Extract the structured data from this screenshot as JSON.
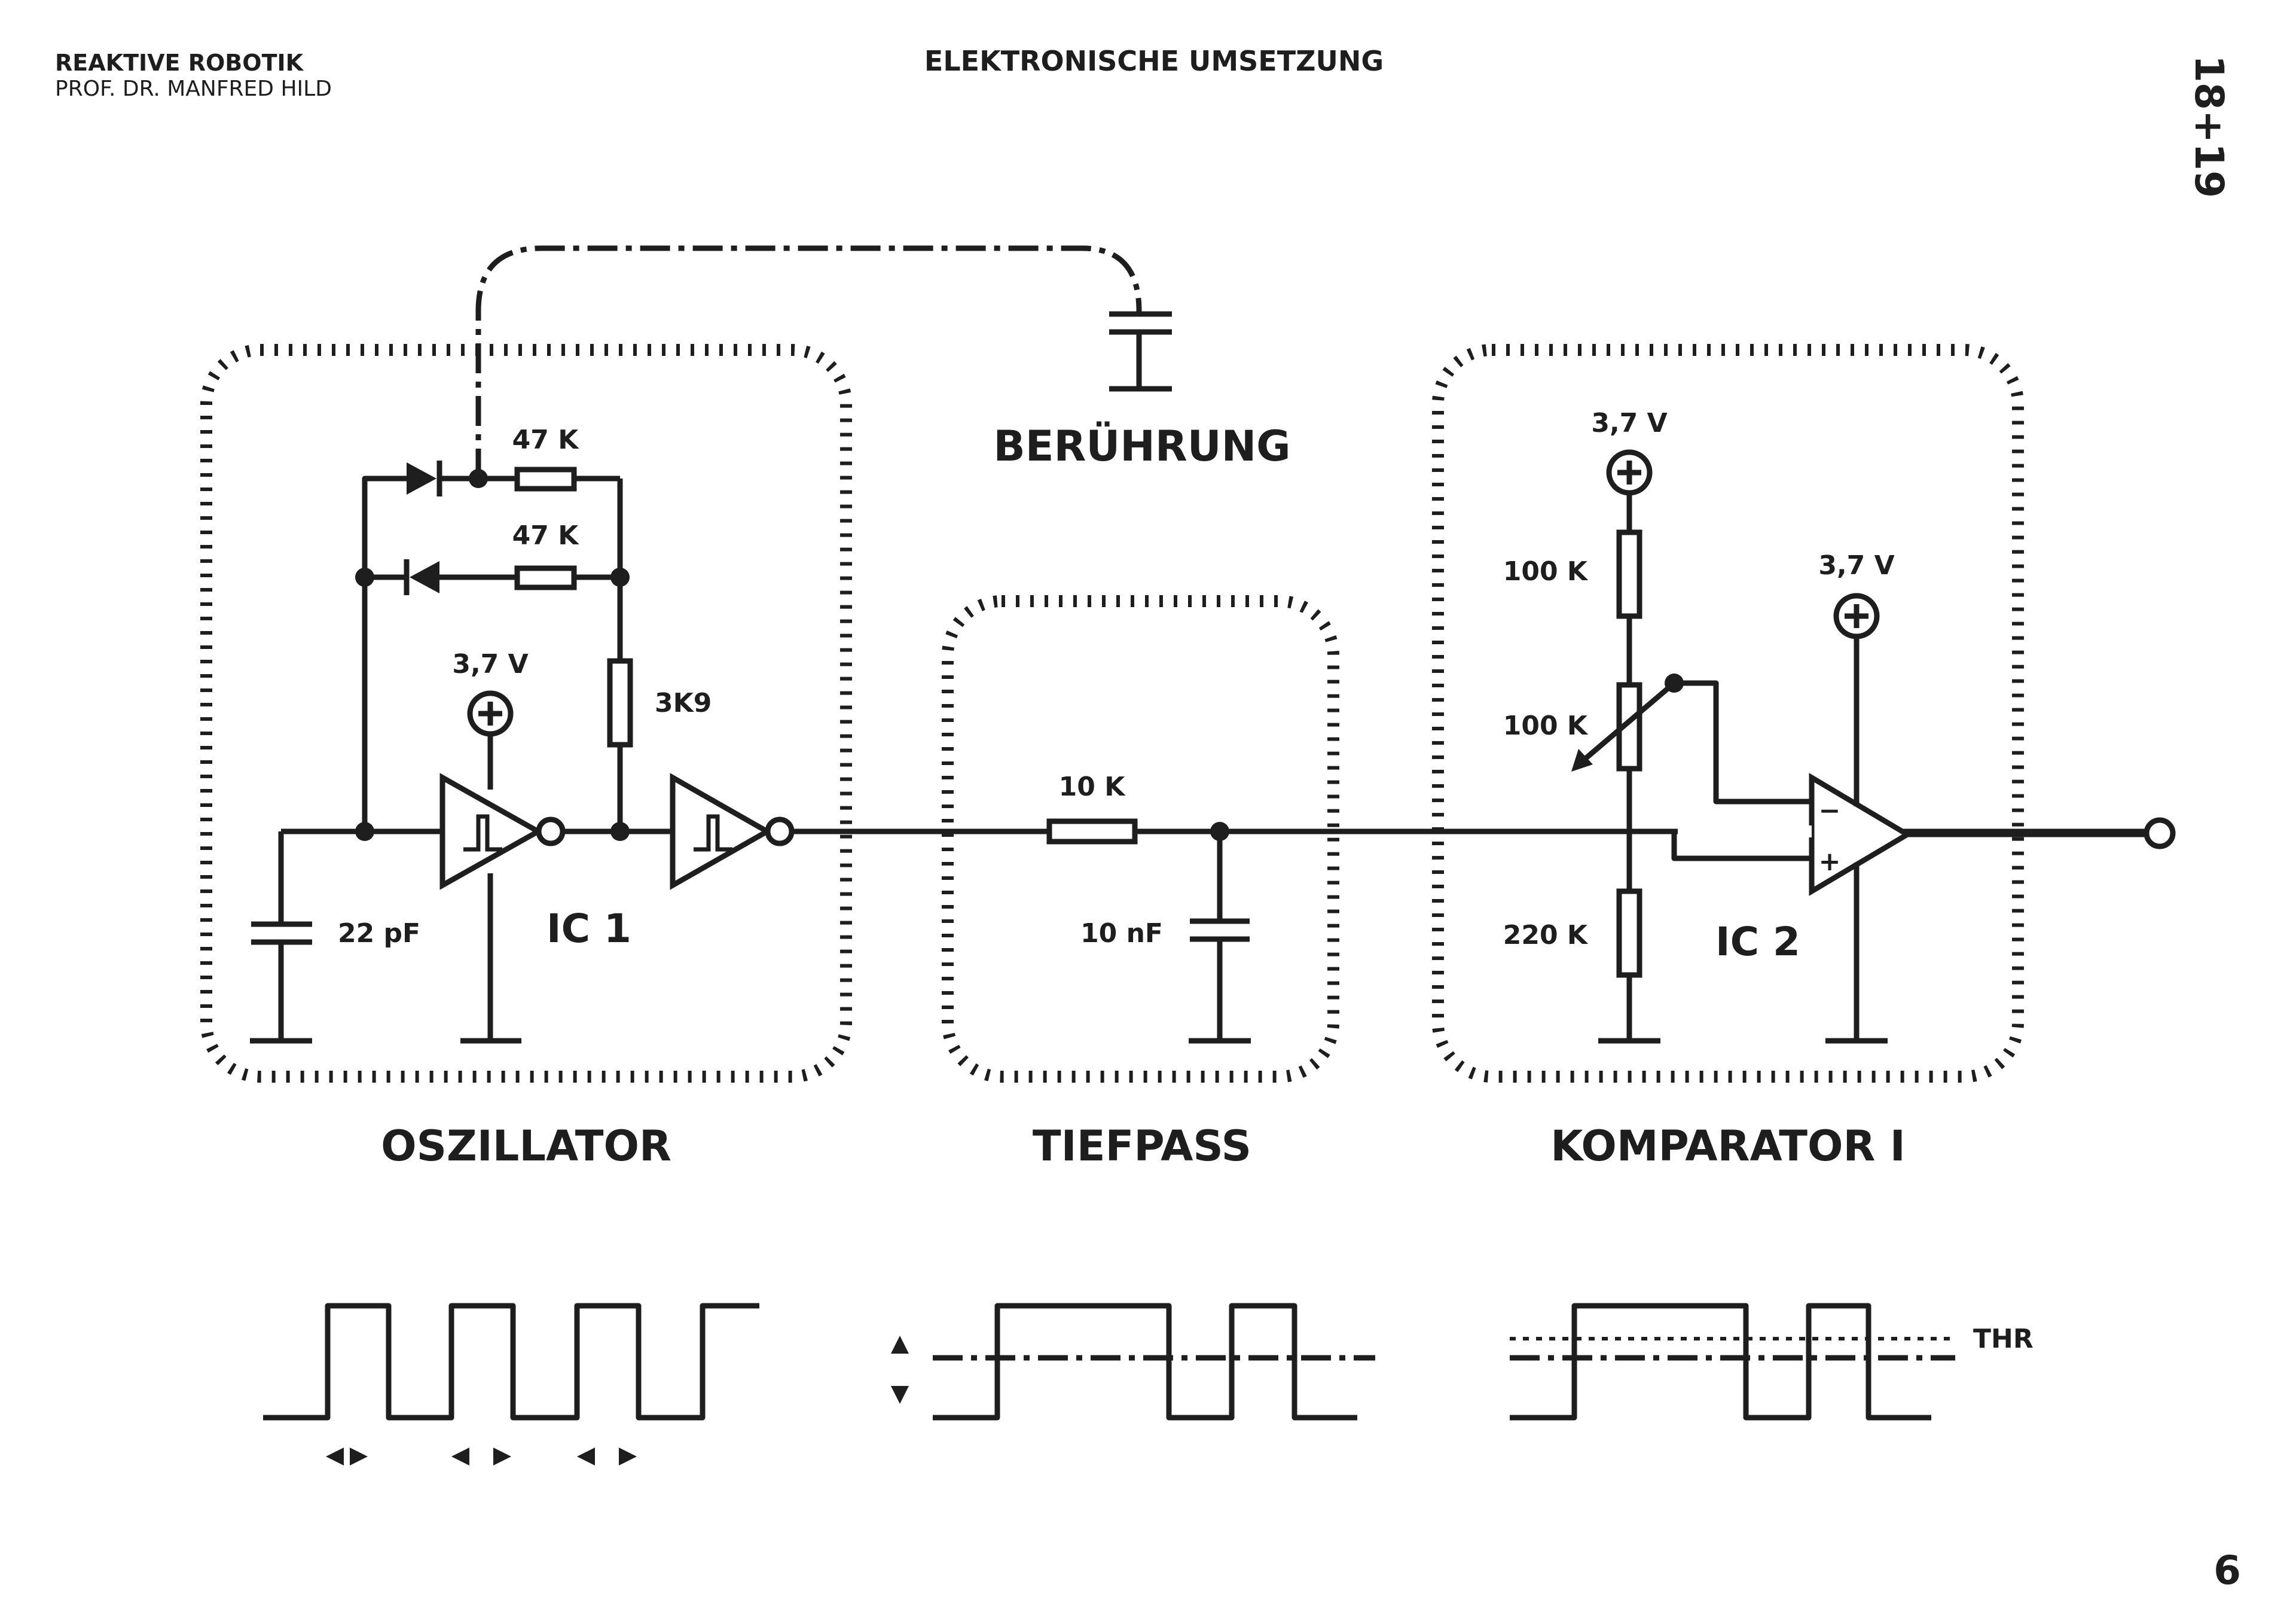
{
  "header": {
    "course": "REAKTIVE ROBOTIK",
    "author": "PROF. DR. MANFRED HILD",
    "title": "ELEKTRONISCHE UMSETZUNG",
    "chapter": "18+19",
    "page": "6"
  },
  "blocks": {
    "oszillator": "OSZILLATOR",
    "tiefpass": "TIEFPASS",
    "komparator": "KOMPARATOR I",
    "beruehrung": "BERÜHRUNG"
  },
  "components": {
    "r_top": "47 K",
    "r_mid": "47 K",
    "r_3k9": "3K9",
    "c_osc": "22 pF",
    "ic1": "IC 1",
    "vcc_osc": "3,7 V",
    "r_lp": "10 K",
    "c_lp": "10 nF",
    "vcc_div": "3,7 V",
    "r_100k_top": "100 K",
    "r_100k_pot": "100 K",
    "r_220k": "220 K",
    "vcc_cmp": "3,7 V",
    "ic2": "IC 2",
    "minus": "−",
    "plus": "+"
  },
  "waveforms": {
    "threshold_label": "THR"
  }
}
